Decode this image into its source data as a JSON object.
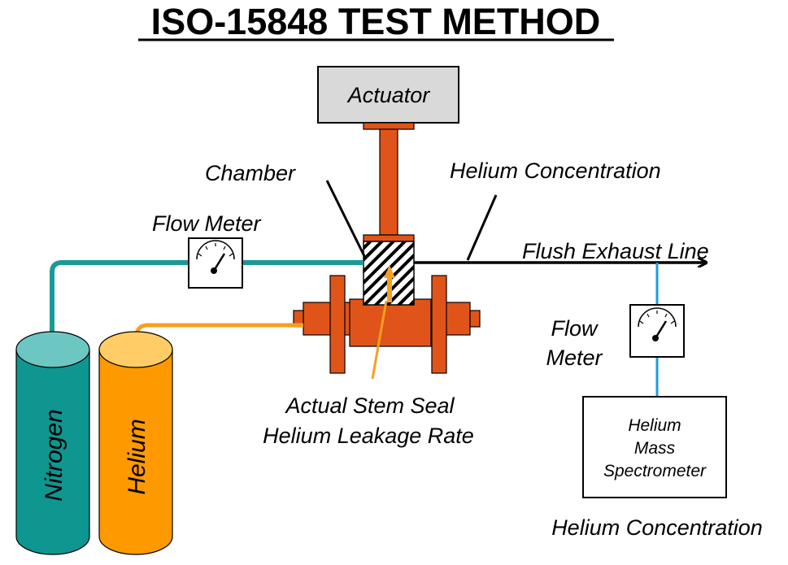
{
  "title": "ISO-15848 TEST METHOD",
  "labels": {
    "actuator": "Actuator",
    "chamber": "Chamber",
    "helium_concentration_top": "Helium Concentration",
    "flow_meter_left": "Flow Meter",
    "flush_exhaust_line": "Flush Exhaust Line",
    "flow_meter_right_1": "Flow",
    "flow_meter_right_2": "Meter",
    "stem_seal_1": "Actual Stem Seal",
    "stem_seal_2": "Helium Leakage Rate",
    "spectrometer_1": "Helium",
    "spectrometer_2": "Mass",
    "spectrometer_3": "Spectrometer",
    "helium_concentration_bottom": "Helium Concentration"
  },
  "cylinders": {
    "nitrogen": "Nitrogen",
    "helium": "Helium"
  },
  "colors": {
    "valve_orange": "#E0541A",
    "nitrogen_teal": "#0E9690",
    "nitrogen_top": "#6CC7C2",
    "helium_orange": "#FF9900",
    "helium_top": "#FFCC66",
    "teal_line": "#1A9A96",
    "orange_line": "#F5A020",
    "blue_line": "#1E9BE0",
    "actuator_fill": "#D9D9D9"
  }
}
